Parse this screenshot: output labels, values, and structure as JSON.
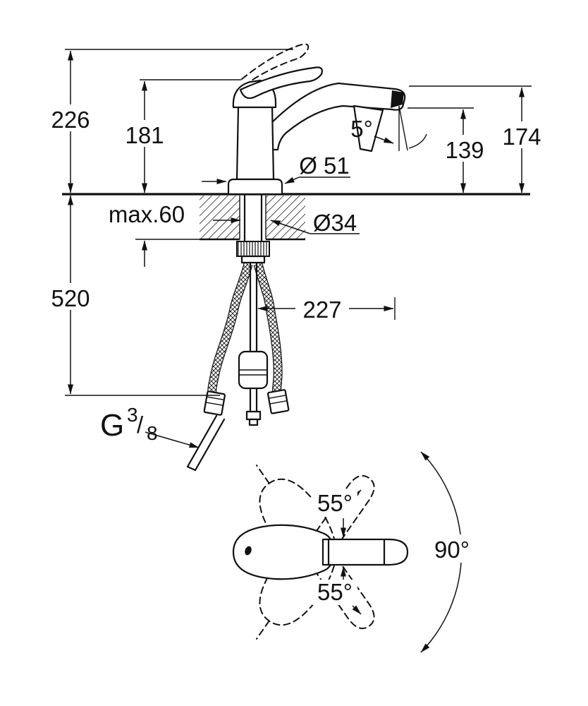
{
  "page": {
    "background": "#ffffff",
    "line_color": "#111111"
  },
  "side_view": {
    "dim_total_height": "226",
    "dim_body_height": "181",
    "dim_spray_angle": "5°",
    "dim_outlet_height": "139",
    "dim_spout_tip_height": "174",
    "dim_base_diameter": "Ø 51",
    "dim_max_counter_thickness": "max.60",
    "dim_hole_diameter": "Ø34",
    "dim_below_counter_length": "520",
    "dim_spout_reach": "227",
    "thread_spec": {
      "letter": "G",
      "numerator": "3",
      "slash": "/",
      "denominator": "8"
    }
  },
  "top_view": {
    "dim_swivel_upper": "55°",
    "dim_swivel_lower": "55°",
    "dim_swivel_total": "90°"
  }
}
